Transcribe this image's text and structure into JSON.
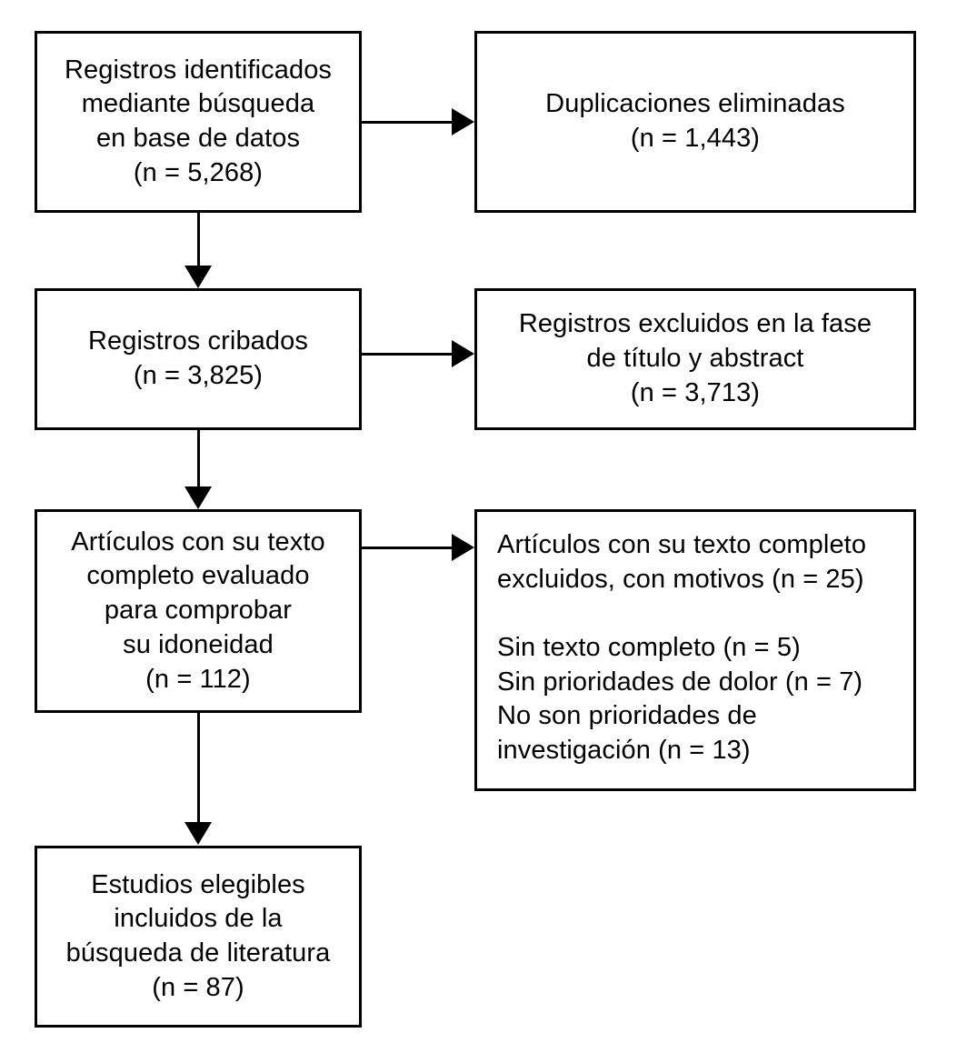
{
  "diagram": {
    "type": "prisma-flow-diagram",
    "language": "es",
    "colors": {
      "background": "#ffffff",
      "border": "#000000",
      "text": "#000000",
      "connector": "#000000"
    },
    "nodes": [
      {
        "id": "identified",
        "name": "records-identified-box",
        "text": "Registros identificados\nmediante búsqueda\nen base de datos\n(n = 5,268)",
        "count": 5268,
        "align": "center"
      },
      {
        "id": "duplicates",
        "name": "duplicates-removed-box",
        "text": "Duplicaciones eliminadas\n(n = 1,443)",
        "count": 1443,
        "align": "center"
      },
      {
        "id": "screened",
        "name": "records-screened-box",
        "text": "Registros cribados\n(n = 3,825)",
        "count": 3825,
        "align": "center"
      },
      {
        "id": "excluded-title-abstract",
        "name": "records-excluded-title-abstract-box",
        "text": "Registros excluidos en la fase\nde título y abstract\n(n = 3,713)",
        "count": 3713,
        "align": "center"
      },
      {
        "id": "fulltext-assessed",
        "name": "fulltext-assessed-box",
        "text": "Artículos con su texto\ncompleto evaluado\npara comprobar\nsu idoneidad\n(n = 112)",
        "count": 112,
        "align": "center"
      },
      {
        "id": "fulltext-excluded",
        "name": "fulltext-excluded-reasons-box",
        "text": "Artículos con su texto completo\nexcluidos, con motivos (n = 25)\n\nSin texto completo (n = 5)\nSin prioridades de dolor (n = 7)\nNo son prioridades de\ninvestigación (n = 13)",
        "count": 25,
        "align": "left",
        "reasons": [
          {
            "label": "Sin texto completo",
            "count": 5
          },
          {
            "label": "Sin prioridades de dolor",
            "count": 7
          },
          {
            "label": "No son prioridades de investigación",
            "count": 13
          }
        ]
      },
      {
        "id": "included",
        "name": "studies-included-box",
        "text": "Estudios elegibles\nincluidos de la\nbúsqueda de literatura\n(n = 87)",
        "count": 87,
        "align": "center"
      }
    ],
    "connectors": [
      {
        "id": "arrow-1-2",
        "name": "arrow-identified-to-duplicates",
        "direction": "right"
      },
      {
        "id": "arrow-1-3",
        "name": "arrow-identified-to-screened",
        "direction": "down"
      },
      {
        "id": "arrow-3-4",
        "name": "arrow-screened-to-excluded",
        "direction": "right"
      },
      {
        "id": "arrow-3-5",
        "name": "arrow-screened-to-fulltext",
        "direction": "down"
      },
      {
        "id": "arrow-5-6",
        "name": "arrow-fulltext-to-excluded",
        "direction": "right"
      },
      {
        "id": "arrow-5-7",
        "name": "arrow-fulltext-to-included",
        "direction": "down"
      }
    ]
  }
}
